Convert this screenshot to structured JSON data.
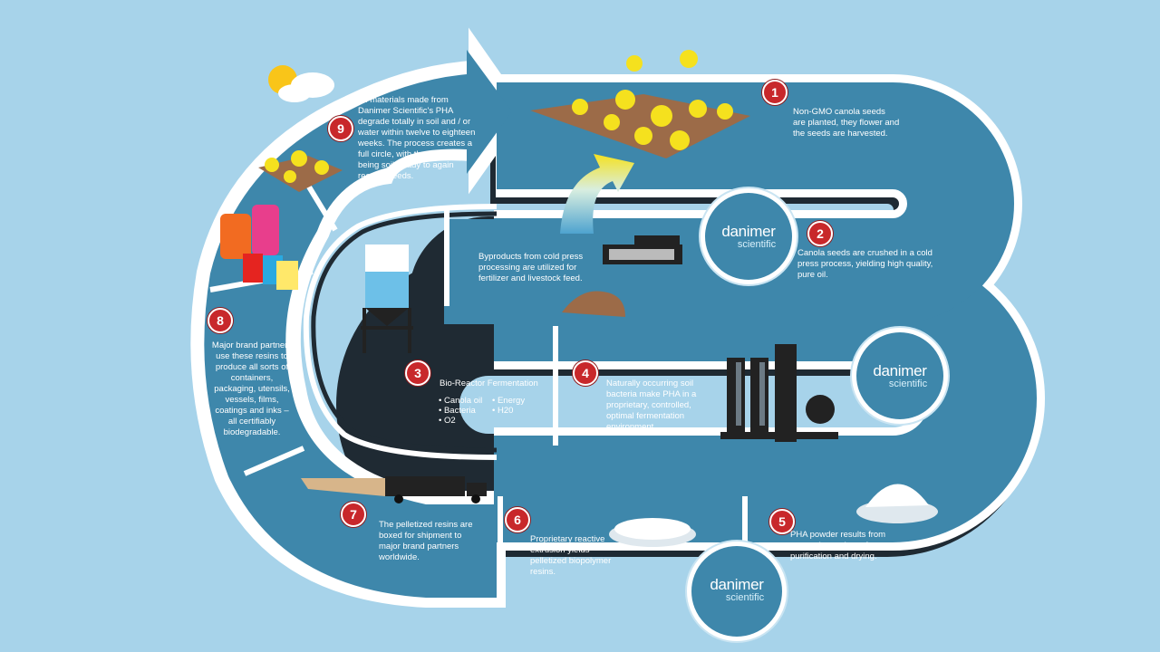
{
  "colors": {
    "background": "#a7d3ea",
    "track": "#3e87ab",
    "border": "#ffffff",
    "shadow": "#1f2a33",
    "badge": "#c8282b",
    "flower": "#f5e11e"
  },
  "brand": {
    "word1": "danimer",
    "word2": "scientific"
  },
  "steps": [
    {
      "number": "1",
      "text": "Non-GMO canola seeds are planted, they flower and the seeds are harvested."
    },
    {
      "number": "2",
      "text": "Canola seeds are crushed in a cold press process, yielding high quality, pure oil."
    },
    {
      "number": "3",
      "title": "Bio-Reactor Fermentation",
      "bullets_left": [
        "Canola oil",
        "Bacteria",
        "O2"
      ],
      "bullets_right": [
        "Energy",
        "H20"
      ]
    },
    {
      "number": "4",
      "text": "Naturally occurring soil bacteria make PHA in a proprietary, controlled, optimal fermentation environment."
    },
    {
      "number": "5",
      "text": "PHA powder results from separation, solvent-free purification and drying."
    },
    {
      "number": "6",
      "text": "Proprietary reactive extrusion yields pelletized biopolymer resins."
    },
    {
      "number": "7",
      "text": "The pelletized resins are boxed for shipment to major brand partners worldwide."
    },
    {
      "number": "8",
      "text": "Major brand partners use these resins to produce all sorts of containers, packaging, utensils, vessels, films, coatings and inks – all certifiably biodegradable."
    },
    {
      "number": "9",
      "text": "All materials made from Danimer Scientific's PHA degrade totally in soil and / or water within twelve to eighteen weeks. The process creates a full circle, with the end result being soil, ready to again receive seeds."
    }
  ],
  "byproducts_text": "Byproducts from cold press processing are utilized for fertilizer and livestock feed."
}
